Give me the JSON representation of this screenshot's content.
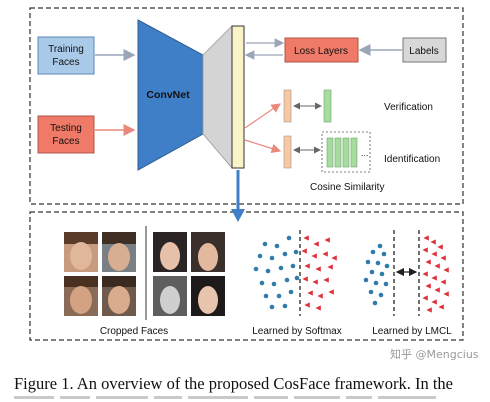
{
  "figure": {
    "boxes": {
      "training_faces": "Training\nFaces",
      "testing_faces": "Testing\nFaces",
      "convnet": "ConvNet",
      "loss_layers": "Loss Layers",
      "labels": "Labels"
    },
    "labels": {
      "verification": "Verification",
      "identification": "Identification",
      "cosine_similarity": "Cosine Similarity",
      "cropped_faces": "Cropped Faces",
      "learned_softmax": "Learned by Softmax",
      "learned_lmcl": "Learned by LMCL"
    },
    "colors": {
      "training_box": "#a9cbe9",
      "testing_box": "#f07a68",
      "convnet": "#3f7fc8",
      "loss_box": "#f07a68",
      "labels_box": "#d8d8d8",
      "feature_bar": "#fbf3c8",
      "blue_points": "#2f7bab",
      "red_points": "#e0303a",
      "arrow_blue": "#3f7fc8"
    }
  },
  "caption": "Figure 1. An overview of the proposed CosFace framework. In the",
  "watermark": "知乎 @Mengcius"
}
